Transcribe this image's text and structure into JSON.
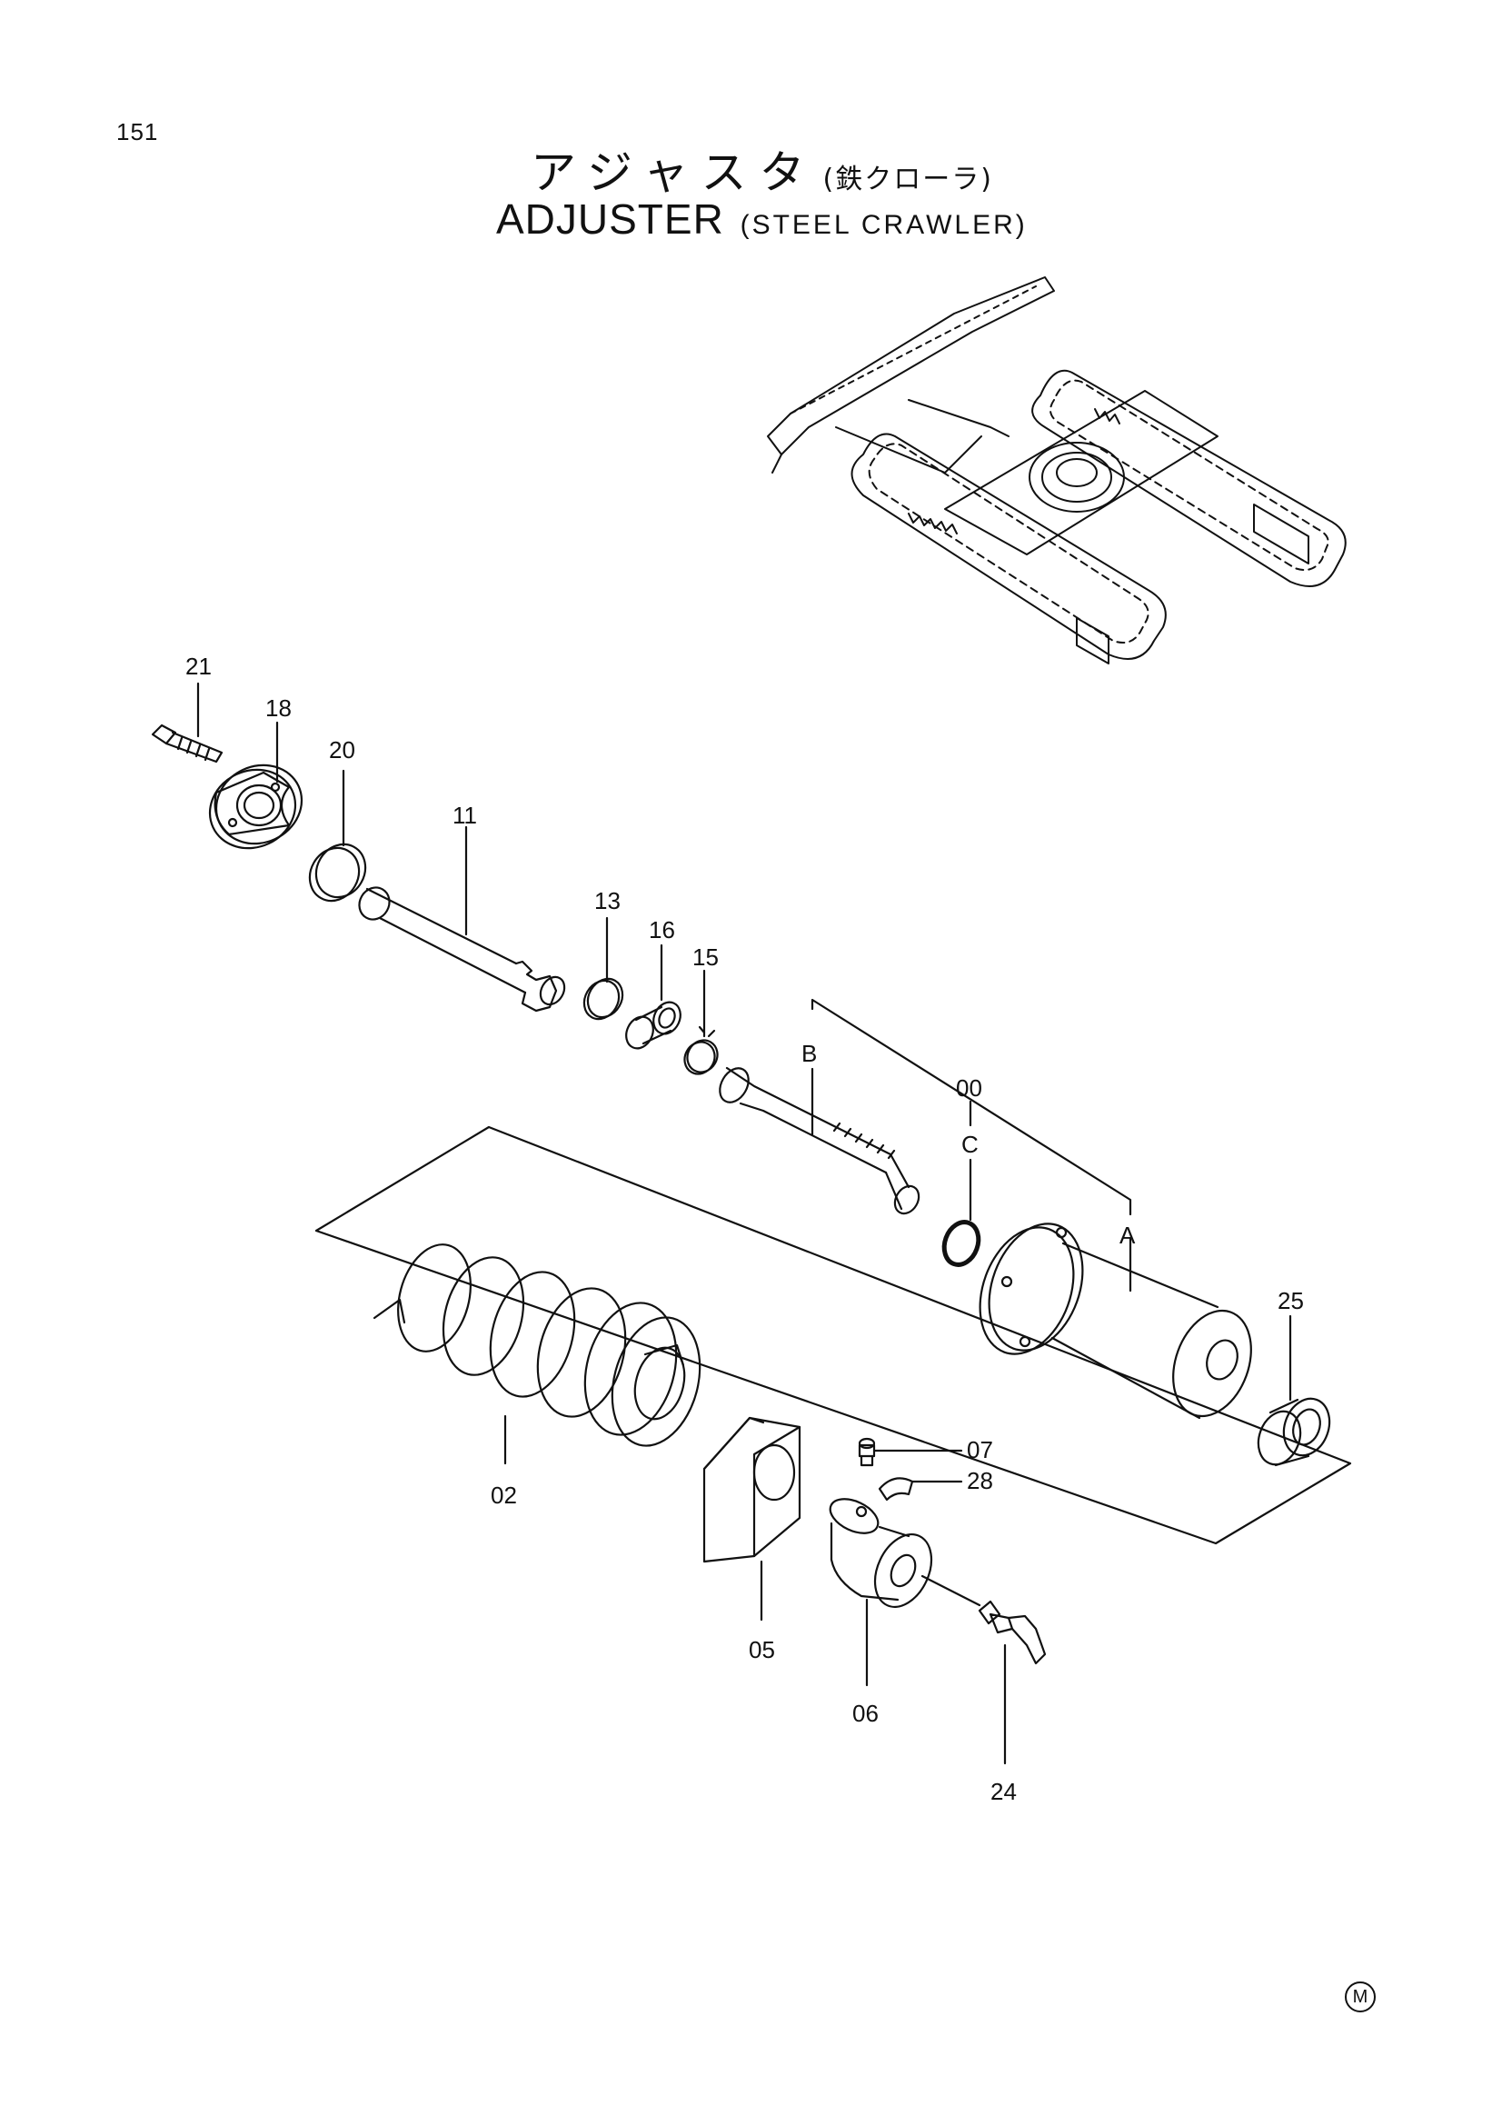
{
  "page_number": "151",
  "title": {
    "japanese": "アジャスタ",
    "japanese_sub": "(鉄クローラ)",
    "english": "ADJUSTER",
    "english_sub": "(STEEL CRAWLER)"
  },
  "part_labels": {
    "p21": "21",
    "p18": "18",
    "p20": "20",
    "p11": "11",
    "p13": "13",
    "p16": "16",
    "p15": "15",
    "pB": "B",
    "p00": "00",
    "pC": "C",
    "pA": "A",
    "p25": "25",
    "p07": "07",
    "p28": "28",
    "p02": "02",
    "p05": "05",
    "p06": "06",
    "p24": "24"
  },
  "footer_mark": "M"
}
